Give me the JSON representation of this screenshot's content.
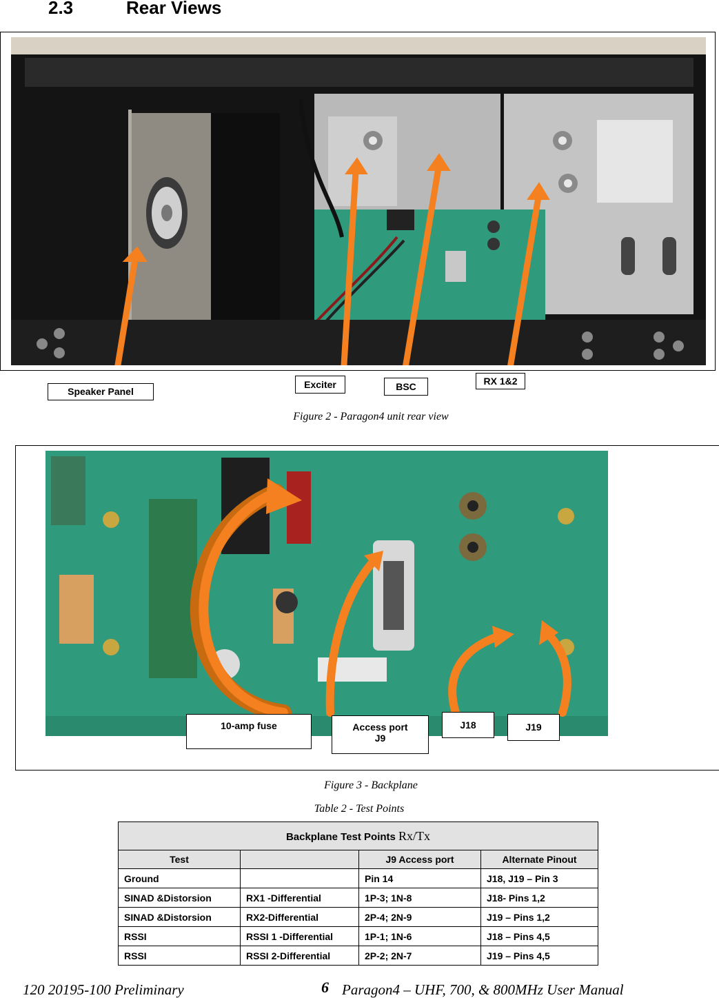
{
  "section": {
    "number": "2.3",
    "title": "Rear Views"
  },
  "figure2": {
    "caption": "Figure 2 - Paragon4 unit rear view",
    "labels": {
      "speaker_panel": "Speaker Panel",
      "exciter": "Exciter",
      "bsc": "BSC",
      "rx": "RX 1&2"
    }
  },
  "figure3": {
    "caption": "Figure 3 - Backplane",
    "labels": {
      "fuse": "10-amp fuse",
      "access_port_line1": "Access  port",
      "access_port_line2": "J9",
      "j18": "J18",
      "j19": "J19"
    }
  },
  "table": {
    "caption": "Table 2 - Test Points",
    "title_main": "Backplane Test Points ",
    "title_suffix": "Rx/Tx",
    "headers": [
      "Test",
      "",
      "J9 Access port",
      "Alternate Pinout"
    ],
    "rows": [
      [
        "Ground",
        "",
        " Pin 14",
        "J18, J19 – Pin 3"
      ],
      [
        "SINAD &Distorsion",
        "RX1 -Differential",
        "1P-3; 1N-8",
        "J18- Pins 1,2"
      ],
      [
        "SINAD &Distorsion",
        "RX2-Differential",
        "2P-4; 2N-9",
        "J19 – Pins 1,2"
      ],
      [
        "RSSI",
        "RSSI 1 -Differential",
        "1P-1; 1N-6",
        "J18 – Pins 4,5"
      ],
      [
        "RSSI",
        "RSSI 2-Differential",
        "2P-2; 2N-7",
        "J19 – Pins 4,5"
      ]
    ]
  },
  "footer": {
    "left": "120 20195-100 Preliminary",
    "page": "6",
    "right": "Paragon4 – UHF, 700, & 800MHz User Manual"
  },
  "colors": {
    "arrow": "#f4801f",
    "arrow_dark": "#c86a10",
    "board": "#2f9a7c",
    "chassis": "#1a1a1a"
  }
}
